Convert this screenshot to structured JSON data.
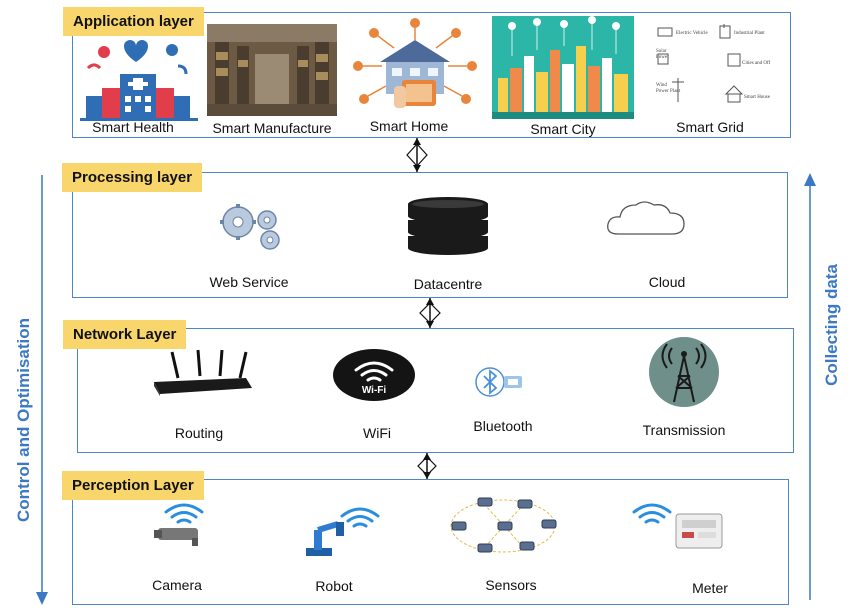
{
  "layers": {
    "application": {
      "title": "Application layer",
      "items": [
        {
          "label": "Smart Health",
          "icon": "hospital-icon"
        },
        {
          "label": "Smart Manufacture",
          "icon": "factory-photo"
        },
        {
          "label": "Smart Home",
          "icon": "smart-home-icon"
        },
        {
          "label": "Smart City",
          "icon": "city-skyline-icon"
        },
        {
          "label": "Smart Grid",
          "icon": "smart-grid-icon"
        }
      ]
    },
    "processing": {
      "title": "Processing layer",
      "items": [
        {
          "label": "Web Service",
          "icon": "gears-icon"
        },
        {
          "label": "Datacentre",
          "icon": "database-icon"
        },
        {
          "label": "Cloud",
          "icon": "cloud-icon"
        }
      ]
    },
    "network": {
      "title": "Network Layer",
      "items": [
        {
          "label": "Routing",
          "icon": "router-icon"
        },
        {
          "label": "WiFi",
          "icon": "wifi-icon"
        },
        {
          "label": "Bluetooth",
          "icon": "bluetooth-icon"
        },
        {
          "label": "Transmission",
          "icon": "tower-icon"
        }
      ]
    },
    "perception": {
      "title": "Perception Layer",
      "items": [
        {
          "label": "Camera",
          "icon": "camera-icon"
        },
        {
          "label": "Robot",
          "icon": "robot-arm-icon"
        },
        {
          "label": "Sensors",
          "icon": "sensor-network-icon"
        },
        {
          "label": "Meter",
          "icon": "meter-icon"
        }
      ]
    }
  },
  "side_labels": {
    "left": "Control  and Optimisation",
    "right": "Collecting data"
  },
  "colors": {
    "border": "#4a86c8",
    "tag": "#f9d66b",
    "side_text": "#3c78c3"
  }
}
